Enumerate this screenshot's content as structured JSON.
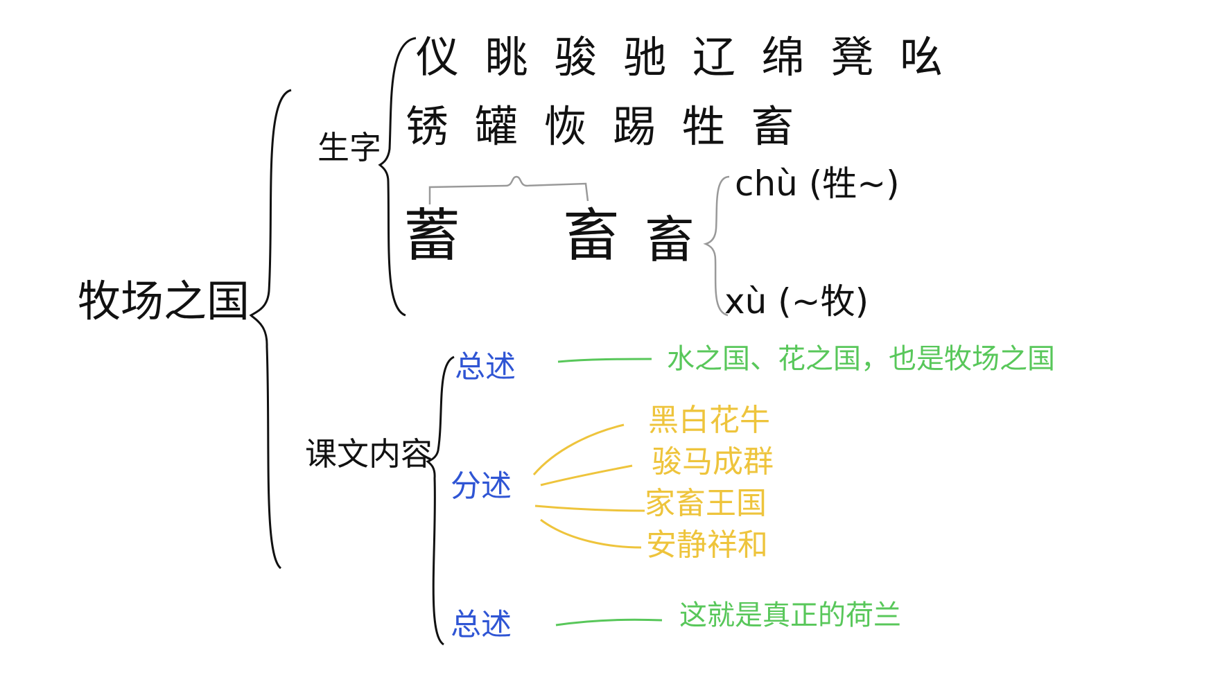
{
  "root": {
    "label": "牧场之国"
  },
  "new_chars": {
    "label": "生字",
    "row1": "仪 眺 骏 驰 辽 绵 凳 吆",
    "row2": "锈 罐 恢 踢 牲 畜",
    "compare": [
      "蓄",
      "畜",
      "畜"
    ],
    "pronunciations": [
      "chù (牲~)",
      "xù (~牧)"
    ]
  },
  "content": {
    "label": "课文内容",
    "sections": [
      {
        "label": "总述",
        "text": "水之国、花之国，也是牧场之国"
      },
      {
        "label": "分述",
        "items": [
          "黑白花牛",
          "骏马成群",
          "家畜王国",
          "安静祥和"
        ]
      },
      {
        "label": "总述",
        "text": "这就是真正的荷兰"
      }
    ]
  },
  "colors": {
    "ink": "#111111",
    "section": "#2f55d4",
    "summary": "#58c75a",
    "detail": "#eec43c",
    "bracket": "#999999"
  }
}
